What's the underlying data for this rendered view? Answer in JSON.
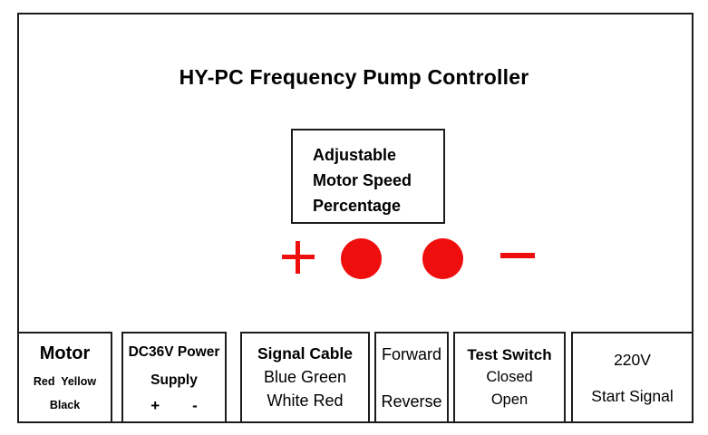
{
  "title": "HY-PC Frequency Pump Controller",
  "colors": {
    "accent_red": "#ee0e0e",
    "line_black": "#1c1c1c"
  },
  "speed_box": {
    "line1": "Adjustable",
    "line2": "Motor Speed",
    "line3": "Percentage"
  },
  "controls": {
    "increase_symbol": "+",
    "decrease_symbol": "-",
    "indicator_lights": 2
  },
  "legend": {
    "motor": {
      "title": "Motor",
      "wires_line1": "Red  Yellow",
      "wires_line2": "Black"
    },
    "power": {
      "line1": "DC36V Power",
      "line2": "Supply",
      "plus": "+",
      "minus": "-"
    },
    "signal": {
      "title": "Signal Cable",
      "line2": "Blue Green",
      "line3": "White Red"
    },
    "direction": {
      "line1": "Forward",
      "line2": "Reverse"
    },
    "test_switch": {
      "title": "Test Switch",
      "line2": "Closed",
      "line3": "Open"
    },
    "start_signal": {
      "line1": "220V",
      "line2": "Start Signal"
    }
  }
}
